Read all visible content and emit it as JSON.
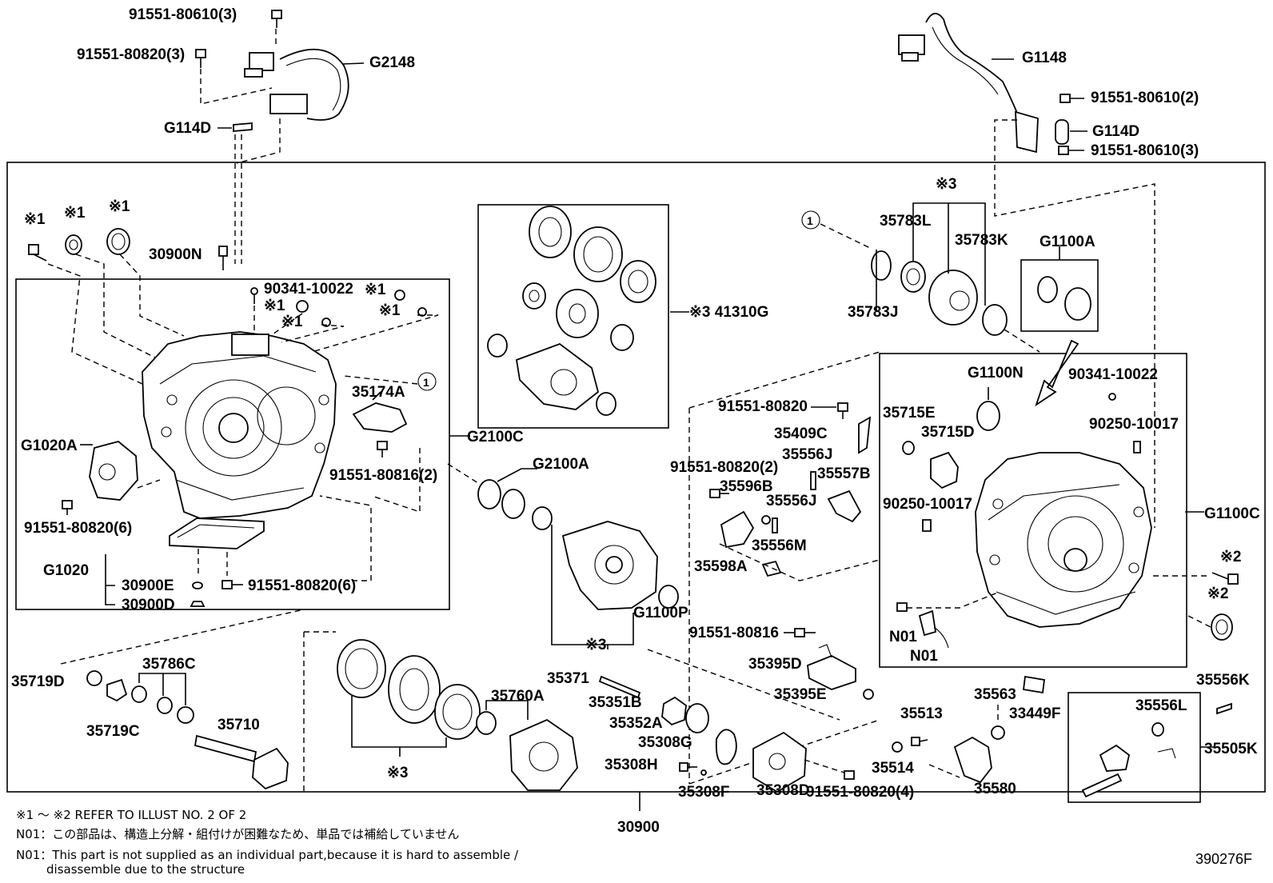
{
  "labels": {
    "p91551_80610_3_top": "91551-80610(3)",
    "p91551_80820_3": "91551-80820(3)",
    "pG2148": "G2148",
    "pG114D_left": "G114D",
    "pG1148": "G1148",
    "p91551_80610_2": "91551-80610(2)",
    "pG114D_right": "G114D",
    "p91551_80610_3_right": "91551-80610(3)",
    "ref1_a": "※1",
    "ref1_b": "※1",
    "ref1_c": "※1",
    "p30900N": "30900N",
    "p90341_10022_left": "90341-10022",
    "ref1_d": "※1",
    "ref1_e": "※1",
    "ref1_f": "※1",
    "ref1_g": "※1",
    "p35174A": "35174A",
    "circle1_left": "1",
    "pG2100C": "G2100C",
    "pG1020A": "G1020A",
    "p91551_80816_2": "91551-80816(2)",
    "p91551_80820_6_a": "91551-80820(6)",
    "pG1020": "G1020",
    "p30900E": "30900E",
    "p30900D": "30900D",
    "p91551_80820_6_b": "91551-80820(6)",
    "p41310G": "※3 41310G",
    "pG2100A": "G2100A",
    "pG1100P": "G1100P",
    "ref3_mid": "※3",
    "circle1_right": "1",
    "ref3_top": "※3",
    "p35783L": "35783L",
    "p35783K": "35783K",
    "p35783J": "35783J",
    "pG1100A": "G1100A",
    "pG1100N": "G1100N",
    "p90341_10022_right": "90341-10022",
    "p91551_80820_a": "91551-80820",
    "p35715E": "35715E",
    "p35715D": "35715D",
    "p90250_10017_a": "90250-10017",
    "p35409C": "35409C",
    "p35556J_a": "35556J",
    "p91551_80820_2": "91551-80820(2)",
    "p35557B": "35557B",
    "p35596B": "35596B",
    "p35556J_b": "35556J",
    "p90250_10017_b": "90250-10017",
    "pG1100C": "G1100C",
    "p35556M": "35556M",
    "p35598A": "35598A",
    "ref2_a": "※2",
    "ref2_b": "※2",
    "pN01_a": "N01",
    "pN01_b": "N01",
    "p91551_80816": "91551-80816",
    "p35395D": "35395D",
    "p35719D": "35719D",
    "p35786C": "35786C",
    "p35760A": "35760A",
    "p35371": "35371",
    "p35395E": "35395E",
    "p35556K": "35556K",
    "p35563": "35563",
    "p35351B": "35351B",
    "p35513": "35513",
    "p33449F": "33449F",
    "p35556L": "35556L",
    "p35719C": "35719C",
    "p35352A": "35352A",
    "p35710": "35710",
    "p35308G": "35308G",
    "p35505K": "35505K",
    "ref3_low": "※3",
    "p35308H": "35308H",
    "p35514": "35514",
    "p35308F": "35308F",
    "p35308D": "35308D",
    "p91551_80820_4": "91551-80820(4)",
    "p35580": "35580",
    "p30900": "30900"
  },
  "footnotes": {
    "note1": "※1 ～ ※2 REFER TO ILLUST NO. 2 OF 2",
    "note2": "N01：この部品は、構造上分解・組付けが困難なため、単品では補給していません",
    "note3a": "N01：This part is not supplied as an individual part,because it is hard to assemble /",
    "note3b": "disassemble due to the structure"
  },
  "drawing_number": "390276F"
}
